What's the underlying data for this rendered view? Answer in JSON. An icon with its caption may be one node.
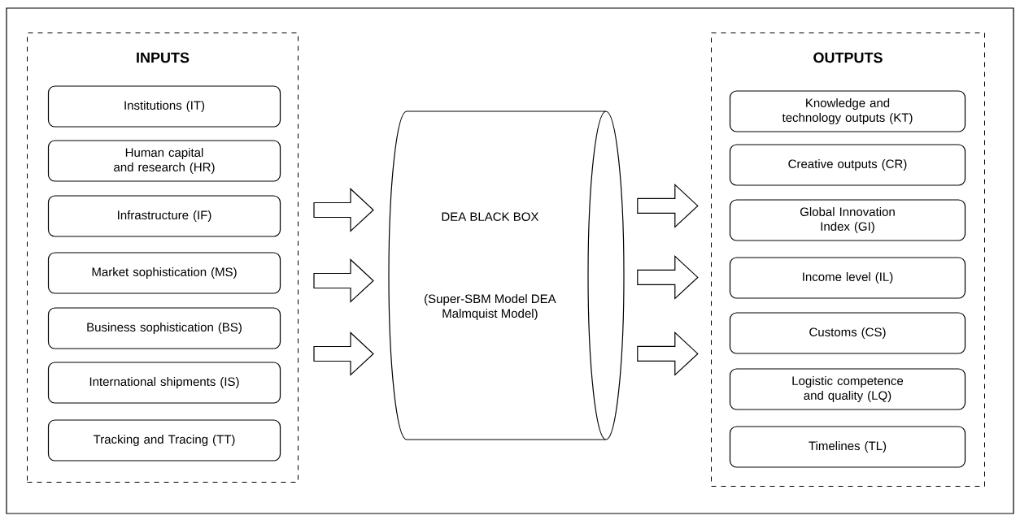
{
  "diagram": {
    "nodes": [
      {
        "text": [
          "INPUTS"
        ]
      },
      {
        "text": [
          "Institutions (IT)"
        ],
        "in": 0
      },
      {
        "text": [
          "Human capital and research (HR)"
        ],
        "in": 0
      },
      {
        "text": [
          "Infrastructure (IF)"
        ],
        "in": 0
      },
      {
        "text": [
          "Market sophistication (MS)"
        ],
        "in": 0
      },
      {
        "text": [
          "Business sophistication (BS)"
        ],
        "in": 0
      },
      {
        "text": [
          "International shipments (IS)"
        ],
        "in": 0
      },
      {
        "text": [
          "Tracking and Tracing (TT)"
        ],
        "in": 0
      },
      {
        "text": [
          "OUTPUTS"
        ]
      },
      {
        "text": [
          "Knowledge and technology outputs (KT)"
        ],
        "in": 8
      },
      {
        "text": [
          "Creative outputs (CR)"
        ],
        "in": 8
      },
      {
        "text": [
          "Global Innovation Index (GI)"
        ],
        "in": 8
      },
      {
        "text": [
          "Income level (IL)"
        ],
        "in": 8
      },
      {
        "text": [
          "Customs (CS)"
        ],
        "in": 8
      },
      {
        "text": [
          "Logistic competence and quality (LQ)"
        ],
        "in": 8
      },
      {
        "text": [
          "Timelines (TL)"
        ],
        "in": 8
      },
      {
        "text": [
          "DEA BLACK BOX",
          "(Super-SBM Model DEA Malmquist Model)"
        ]
      }
    ],
    "edges": [
      {
        "from": 0,
        "to": 16,
        "arrow": "to"
      },
      {
        "from": 0,
        "to": 16,
        "arrow": "to"
      },
      {
        "from": 0,
        "to": 16,
        "arrow": "to"
      },
      {
        "from": 16,
        "to": 8,
        "arrow": "to"
      },
      {
        "from": 16,
        "to": 8,
        "arrow": "to"
      },
      {
        "from": 16,
        "to": 8,
        "arrow": "to"
      }
    ]
  }
}
